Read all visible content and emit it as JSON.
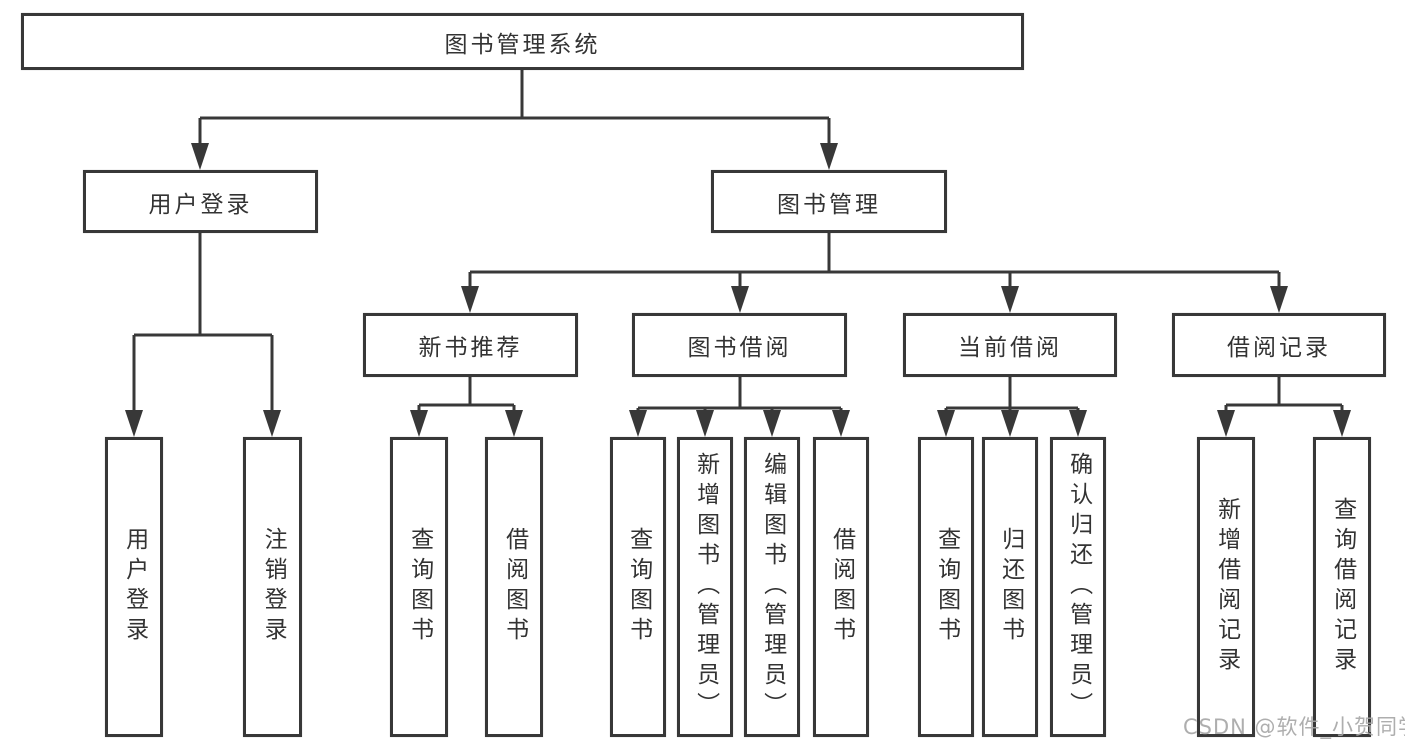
{
  "diagram_title": "图书管理系统",
  "tree": {
    "root": {
      "label": "图书管理系统"
    },
    "branches": [
      {
        "label": "用户登录",
        "children": [
          {
            "label": "用户登录"
          },
          {
            "label": "注销登录"
          }
        ]
      },
      {
        "label": "图书管理",
        "children": [
          {
            "label": "新书推荐",
            "children": [
              {
                "label": "查询图书"
              },
              {
                "label": "借阅图书"
              }
            ]
          },
          {
            "label": "图书借阅",
            "children": [
              {
                "label": "查询图书"
              },
              {
                "label": "新增图书（管理员）"
              },
              {
                "label": "编辑图书（管理员）"
              },
              {
                "label": "借阅图书"
              }
            ]
          },
          {
            "label": "当前借阅",
            "children": [
              {
                "label": "查询图书"
              },
              {
                "label": "归还图书"
              },
              {
                "label": "确认归还（管理员）"
              }
            ]
          },
          {
            "label": "借阅记录",
            "children": [
              {
                "label": "新增借阅记录"
              },
              {
                "label": "查询借阅记录"
              }
            ]
          }
        ]
      }
    ]
  },
  "watermark": {
    "text": "CSDN @软件_小贺同学"
  },
  "colors": {
    "box_border": "#383838",
    "text": "#333333",
    "connector_line": "#383838",
    "watermark_text": "#a6a6a6",
    "background": "#ffffff"
  }
}
